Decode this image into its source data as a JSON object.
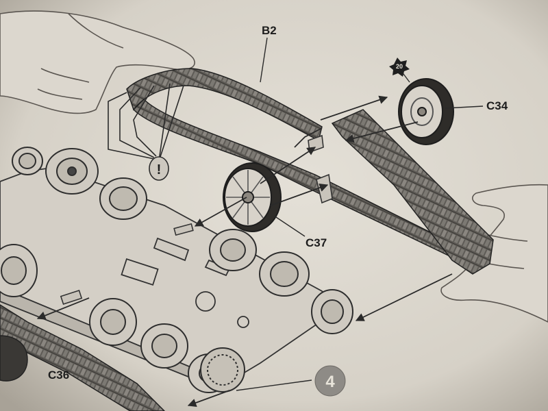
{
  "labels": {
    "track_top": "B2",
    "wheel_right": "C34",
    "wheel_mid": "C37",
    "track_left": "C36",
    "star_badge": "20",
    "step": "4",
    "warning": "!"
  },
  "colors": {
    "paper": "#ddd8cf",
    "ink": "#2a2a2a",
    "track": "#5d5a55",
    "badge": "#8e8b86"
  }
}
